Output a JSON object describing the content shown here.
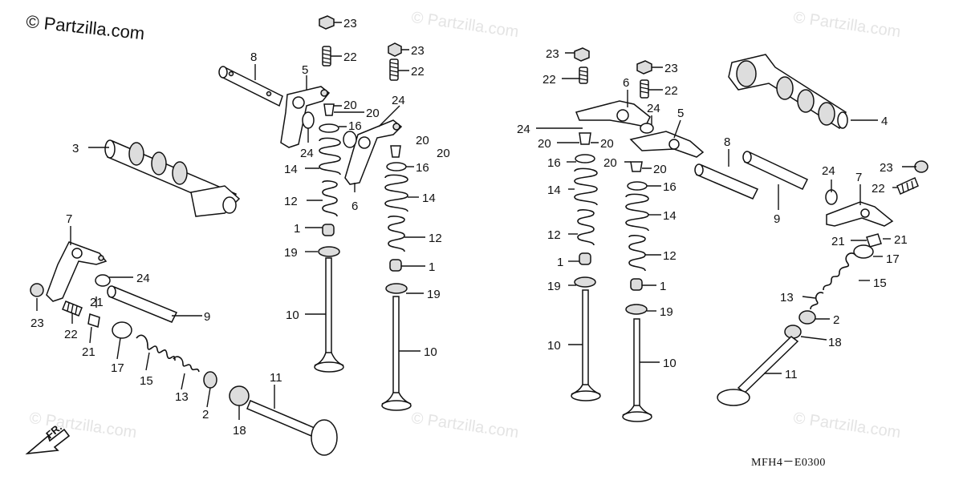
{
  "watermark": {
    "brand": "© Partzilla.com",
    "faint": "© Partzilla.com"
  },
  "diagram_code": "MFH4－E0300",
  "front_marker": "FR.",
  "labels": {
    "l23a": "23",
    "l22a": "22",
    "l23b": "23",
    "l22b": "22",
    "l8a": "8",
    "l5a": "5",
    "l20a": "20",
    "l20b": "20",
    "l24a": "24",
    "l16a": "16",
    "l20c": "20",
    "l24b": "24",
    "l3": "3",
    "l14a": "14",
    "l16b": "16",
    "l6a": "6",
    "l12a": "12",
    "l14b": "14",
    "l1a": "1",
    "l12b": "12",
    "l19a": "19",
    "l1b": "1",
    "l19b": "19",
    "l10a": "10",
    "l10b": "10",
    "l7a": "7",
    "l24c": "24",
    "l21a": "21",
    "l23c": "23",
    "l9a": "9",
    "l22c": "22",
    "l21b": "21",
    "l17a": "17",
    "l15a": "15",
    "l13a": "13",
    "l2a": "2",
    "l11a": "11",
    "l18a": "18",
    "l23d": "23",
    "l22d": "22",
    "l23e": "23",
    "l22e": "22",
    "l6b": "6",
    "l24d": "24",
    "l24e": "24",
    "l5b": "5",
    "l4": "4",
    "l20d": "20",
    "l20e": "20",
    "l16c": "16",
    "l20f": "20",
    "l20g": "20",
    "l14c": "14",
    "l16d": "16",
    "l8b": "8",
    "l12c": "12",
    "l14d": "14",
    "l1c": "1",
    "l12d": "12",
    "l19c": "19",
    "l1d": "1",
    "l19d": "19",
    "l10c": "10",
    "l10d": "10",
    "l24f": "24",
    "l7b": "7",
    "l23f": "23",
    "l22f": "22",
    "l9b": "9",
    "l21c": "21",
    "l21d": "21",
    "l17b": "17",
    "l15b": "15",
    "l13b": "13",
    "l2b": "2",
    "l18b": "18",
    "l11b": "11"
  },
  "colors": {
    "line": "#111111",
    "fill": "#ffffff",
    "shade": "#dddddd",
    "watermark": "#e4e4e4"
  }
}
